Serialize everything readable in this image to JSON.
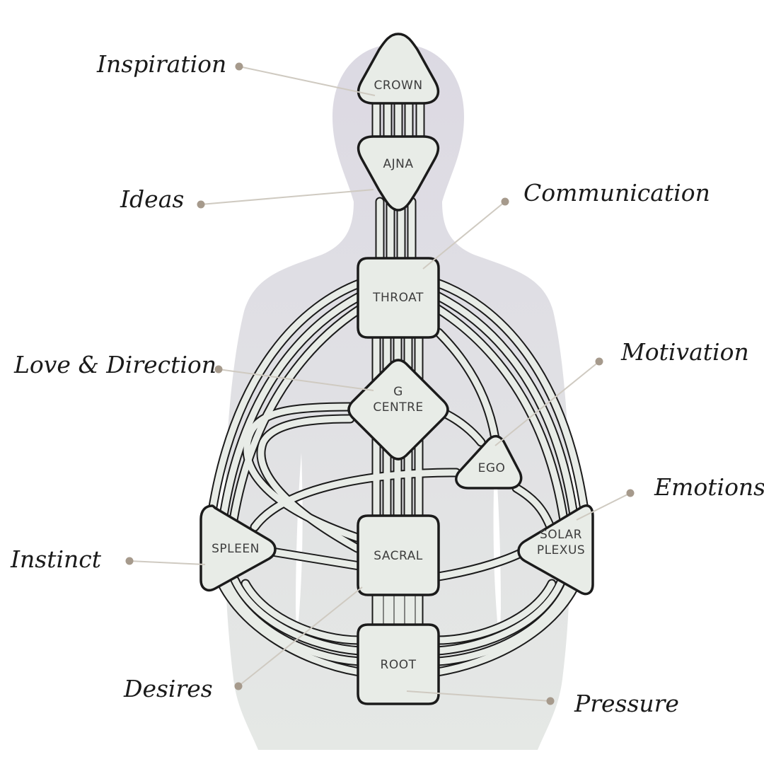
{
  "diagram": {
    "centers": [
      {
        "id": "crown",
        "lines": [
          "CROWN"
        ]
      },
      {
        "id": "ajna",
        "lines": [
          "AJNA"
        ]
      },
      {
        "id": "throat",
        "lines": [
          "THROAT"
        ]
      },
      {
        "id": "g-centre",
        "lines": [
          "G",
          "CENTRE"
        ]
      },
      {
        "id": "ego",
        "lines": [
          "EGO"
        ]
      },
      {
        "id": "spleen",
        "lines": [
          "SPLEEN"
        ]
      },
      {
        "id": "sacral",
        "lines": [
          "SACRAL"
        ]
      },
      {
        "id": "solar-plexus",
        "lines": [
          "SOLAR",
          "PLEXUS"
        ]
      },
      {
        "id": "root",
        "lines": [
          "ROOT"
        ]
      }
    ],
    "callouts": [
      {
        "id": "inspiration",
        "text": "Inspiration",
        "target": "crown"
      },
      {
        "id": "ideas",
        "text": "Ideas",
        "target": "ajna"
      },
      {
        "id": "communication",
        "text": "Communication",
        "target": "throat"
      },
      {
        "id": "love-direction",
        "text": "Love & Direction",
        "target": "g-centre"
      },
      {
        "id": "motivation",
        "text": "Motivation",
        "target": "ego"
      },
      {
        "id": "emotions",
        "text": "Emotions",
        "target": "solar-plexus"
      },
      {
        "id": "instinct",
        "text": "Instinct",
        "target": "spleen"
      },
      {
        "id": "desires",
        "text": "Desires",
        "target": "sacral"
      },
      {
        "id": "pressure",
        "text": "Pressure",
        "target": "root"
      }
    ]
  },
  "colors": {
    "silhouette_top": "#dcd9e3",
    "silhouette_bottom": "#e5e8e5",
    "center_fill": "#e8ece7",
    "outline": "#1b1b1b",
    "leader_line": "#cfcac1",
    "leader_dot": "#a69a8c"
  }
}
